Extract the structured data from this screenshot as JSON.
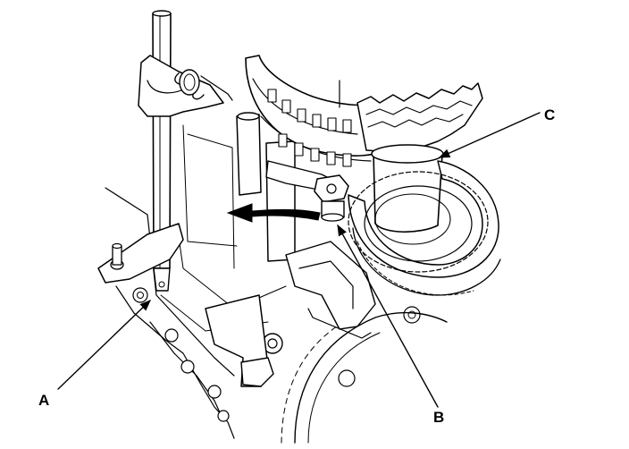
{
  "callouts": {
    "a": {
      "label": "A"
    },
    "b": {
      "label": "B"
    },
    "c": {
      "label": "C"
    }
  }
}
